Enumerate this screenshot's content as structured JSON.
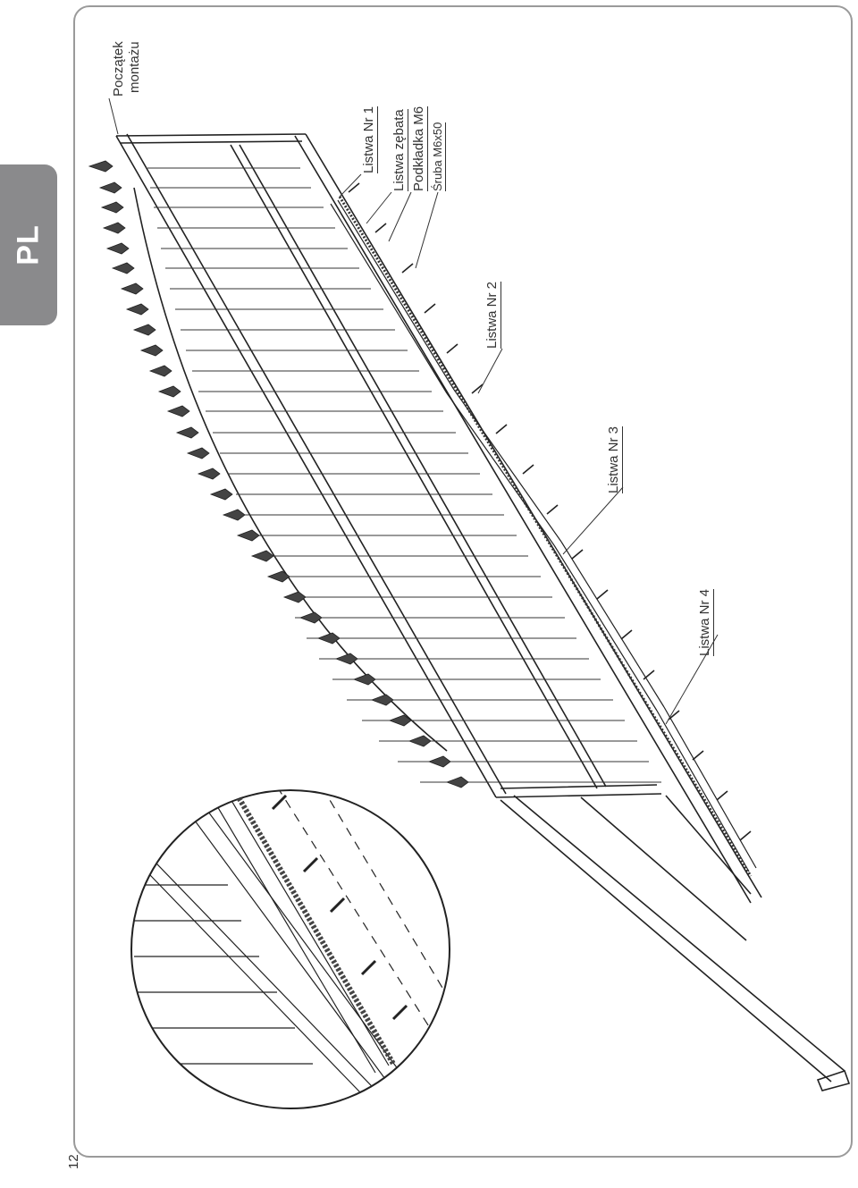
{
  "language_tab": "PL",
  "page_number": "12",
  "labels": {
    "start_line1": "Początek",
    "start_line2": "montażu",
    "strip1": "Listwa Nr 1",
    "rack": "Listwa zębata",
    "washer": "Podkładka M6",
    "screw": "Śruba M6x50",
    "strip2": "Listwa Nr 2",
    "strip3": "Listwa Nr 3",
    "strip4": "Listwa Nr 4"
  },
  "colors": {
    "tab": "#8a8a8c",
    "frame": "#9a9a9a",
    "line": "#222222"
  }
}
